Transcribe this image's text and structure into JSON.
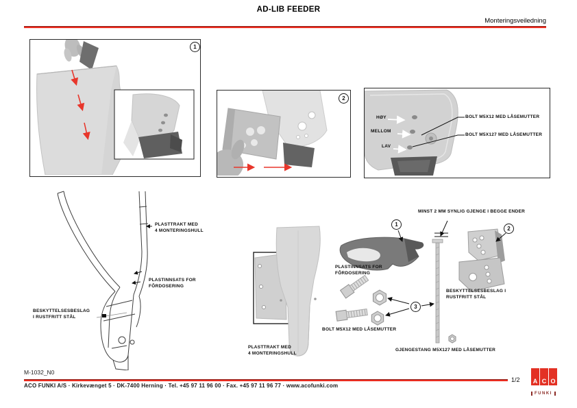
{
  "header": {
    "title": "AD-LIB FEEDER",
    "subtitle": "Monteringsveiledning"
  },
  "panels": {
    "step1_number": "1",
    "step2_number": "2",
    "adjustment": {
      "levels": [
        {
          "label": "HØY"
        },
        {
          "label": "MELLOM"
        },
        {
          "label": "LAV"
        }
      ],
      "callout_top": "BOLT M5X12 MED LÅSEMUTTER",
      "callout_bottom": "BOLT M5X127 MED LÅSEMUTTER"
    }
  },
  "diagram": {
    "funnel_label": "PLASTTRAKT MED\n4 MONTERINGSHULL",
    "insert_label": "PLASTINNSATS FOR\nFÔRDOSERING",
    "bracket_label": "BESKYTTELSESBESLAG\nI RUSTFRITT STÅL"
  },
  "exploded": {
    "thread_note": "MINST 2 MM SYNLIG GJENGE I BEGGE ENDER",
    "insert_label": "PLASTINNSATS FOR\nFÔRDOSERING",
    "bracket_label": "BESKYTTELSESBESLAG I\nRUSTFRITT STÅL",
    "bolt_label": "BOLT M5X12 MED LÅSEMUTTER",
    "rod_label": "GJENGESTANG M5X127 MED LÅSEMUTTER",
    "funnel_label": "PLASTTRAKT MED\n4 MONTERINGSHULL",
    "part1": "1",
    "part2": "2",
    "part3": "3"
  },
  "footer": {
    "doc_number": "M-1032_N0",
    "page": "1/2",
    "address": "ACO FUNKI A/S · Kirkevænget 5 · DK-7400 Herning · Tel. +45 97 11 96 00 · Fax. +45 97 11 96 77 · www.acofunki.com",
    "logo": {
      "letters": [
        "A",
        "C",
        "O"
      ],
      "brand": "FUNKI"
    }
  },
  "colors": {
    "accent": "#ee3124"
  }
}
